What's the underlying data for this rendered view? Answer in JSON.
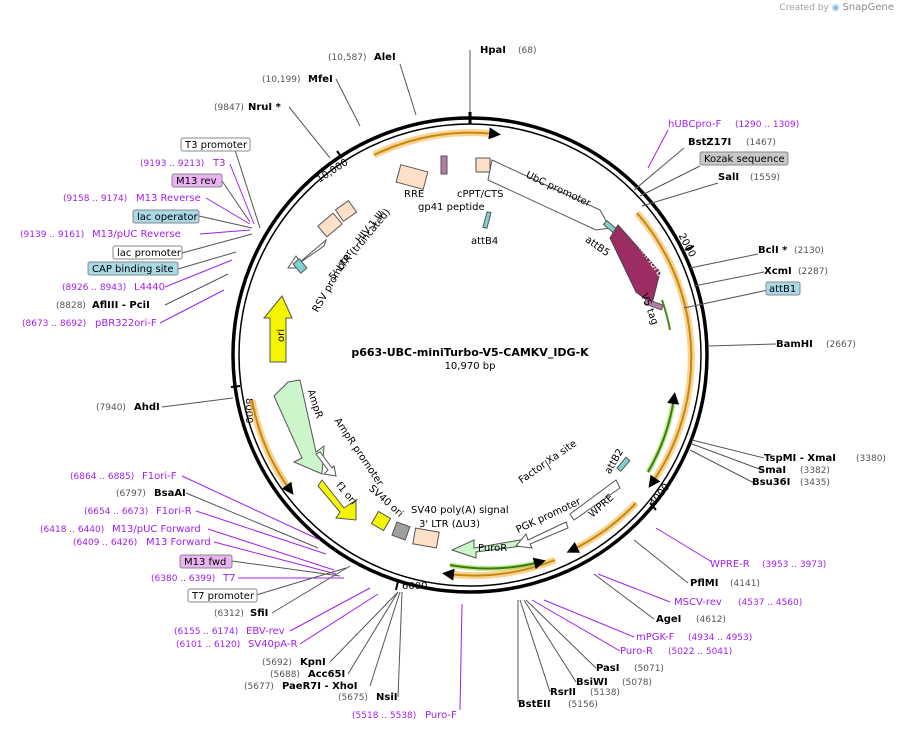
{
  "credit": {
    "prefix": "Created by",
    "brand": "SnapGene"
  },
  "title": "p663-UBC-miniTurbo-V5-CAMKV_IDG-K",
  "length": "10,970 bp",
  "colors": {
    "backbone": "#000000",
    "primer": "#a020f0",
    "orange": "#f5a623",
    "miniturbo": "#9b2d62",
    "green": "#7ed321",
    "ampr": "#ccf5cc",
    "ori": "#f5f500",
    "feature": "#ffffff",
    "ltr": "#fde0c5",
    "v5": "#b47ba5",
    "attb": "#7fd0d0",
    "blue_label": "#a9d9e6",
    "purple_label": "#e8b3f0"
  },
  "ticks": [
    "10,000",
    "2000",
    "4000",
    "6000",
    "8000"
  ],
  "features_left": [
    {
      "text": "(10,587)",
      "name": "AleI"
    },
    {
      "text": "(10,199)",
      "name": "MfeI"
    },
    {
      "text": "(9847)",
      "name": "NruI *"
    },
    {
      "text": "T3 promoter"
    },
    {
      "text": "(9193 .. 9213)",
      "name": "T3"
    },
    {
      "text": "M13 rev"
    },
    {
      "text": "(9158 .. 9174)",
      "name": "M13 Reverse"
    },
    {
      "text": "lac operator"
    },
    {
      "text": "(9139 .. 9161)",
      "name": "M13/pUC Reverse"
    },
    {
      "text": "lac promoter"
    },
    {
      "text": "CAP binding site"
    },
    {
      "text": "(8926 .. 8943)",
      "name": "L4440"
    },
    {
      "text": "(8828)",
      "name": "AflIII  - PciI"
    },
    {
      "text": "(8673 .. 8692)",
      "name": "pBR322ori-F"
    },
    {
      "text": "(7940)",
      "name": "AhdI"
    },
    {
      "text": "(6864 .. 6885)",
      "name": "F1ori-F"
    },
    {
      "text": "(6797)",
      "name": "BsaAI"
    },
    {
      "text": "(6654 .. 6673)",
      "name": "F1ori-R"
    },
    {
      "text": "(6418 .. 6440)",
      "name": "M13/pUC Forward"
    },
    {
      "text": "(6409 .. 6426)",
      "name": "M13 Forward"
    },
    {
      "text": "M13 fwd"
    },
    {
      "text": "(6380 .. 6399)",
      "name": "T7"
    },
    {
      "text": "T7 promoter"
    },
    {
      "text": "(6312)",
      "name": "SfiI"
    },
    {
      "text": "(6155 .. 6174)",
      "name": "EBV-rev"
    },
    {
      "text": "(6101 .. 6120)",
      "name": "SV40pA-R"
    },
    {
      "text": "(5692)",
      "name": "KpnI"
    },
    {
      "text": "(5688)",
      "name": "Acc65I"
    },
    {
      "text": "(5677)",
      "name": "PaeR7I  - XhoI"
    },
    {
      "text": "(5675)",
      "name": "NsiI"
    },
    {
      "text": "(5518 .. 5538)",
      "name": "Puro-F"
    }
  ],
  "features_right": [
    {
      "name": "HpaI",
      "text": "(68)"
    },
    {
      "name": "hUBCpro-F",
      "text": "(1290 .. 1309)"
    },
    {
      "name": "BstZ17I",
      "text": "(1467)"
    },
    {
      "name": "Kozak sequence"
    },
    {
      "name": "SalI",
      "text": "(1559)"
    },
    {
      "name": "BclI *",
      "text": "(2130)"
    },
    {
      "name": "XcmI",
      "text": "(2287)"
    },
    {
      "name": "attB1"
    },
    {
      "name": "BamHI",
      "text": "(2667)"
    },
    {
      "name": "TspMI  - XmaI",
      "text": "(3380)"
    },
    {
      "name": "SmaI",
      "text": "(3382)"
    },
    {
      "name": "Bsu36I",
      "text": "(3435)"
    },
    {
      "name": "WPRE-R",
      "text": "(3953 .. 3973)"
    },
    {
      "name": "PflMI",
      "text": "(4141)"
    },
    {
      "name": "MSCV-rev",
      "text": "(4537 .. 4560)"
    },
    {
      "name": "AgeI",
      "text": "(4612)"
    },
    {
      "name": "mPGK-F",
      "text": "(4934 .. 4953)"
    },
    {
      "name": "Puro-R",
      "text": "(5022 .. 5041)"
    },
    {
      "name": "PasI",
      "text": "(5071)"
    },
    {
      "name": "BsiWI",
      "text": "(5078)"
    },
    {
      "name": "RsrII",
      "text": "(5138)"
    },
    {
      "name": "BstEII",
      "text": "(5156)"
    }
  ],
  "inner_labels": {
    "rre": "RRE",
    "gp41": "gp41 peptide",
    "cppt": "cPPT/CTS",
    "ubc": "UbC promoter",
    "attb4": "attB4",
    "attb5": "attB5",
    "miniturbo": "miniTurbo",
    "v5": "V5 tag",
    "hiv": "HIV-1 Ψ",
    "ltr5": "5' LTR (truncated)",
    "rsv": "RSV promoter",
    "ori": "ori",
    "ampr": "AmpR",
    "ampr_prom": "AmpR promoter",
    "f1": "f1 ori",
    "sv40ori": "SV40 ori",
    "sv40pa": "SV40 poly(A) signal",
    "ltr3": "3' LTR (ΔU3)",
    "puror": "PuroR",
    "pgk": "PGK promoter",
    "wpre": "WPRE",
    "attb2": "attB2",
    "factorxa": "Factor Xa site"
  }
}
